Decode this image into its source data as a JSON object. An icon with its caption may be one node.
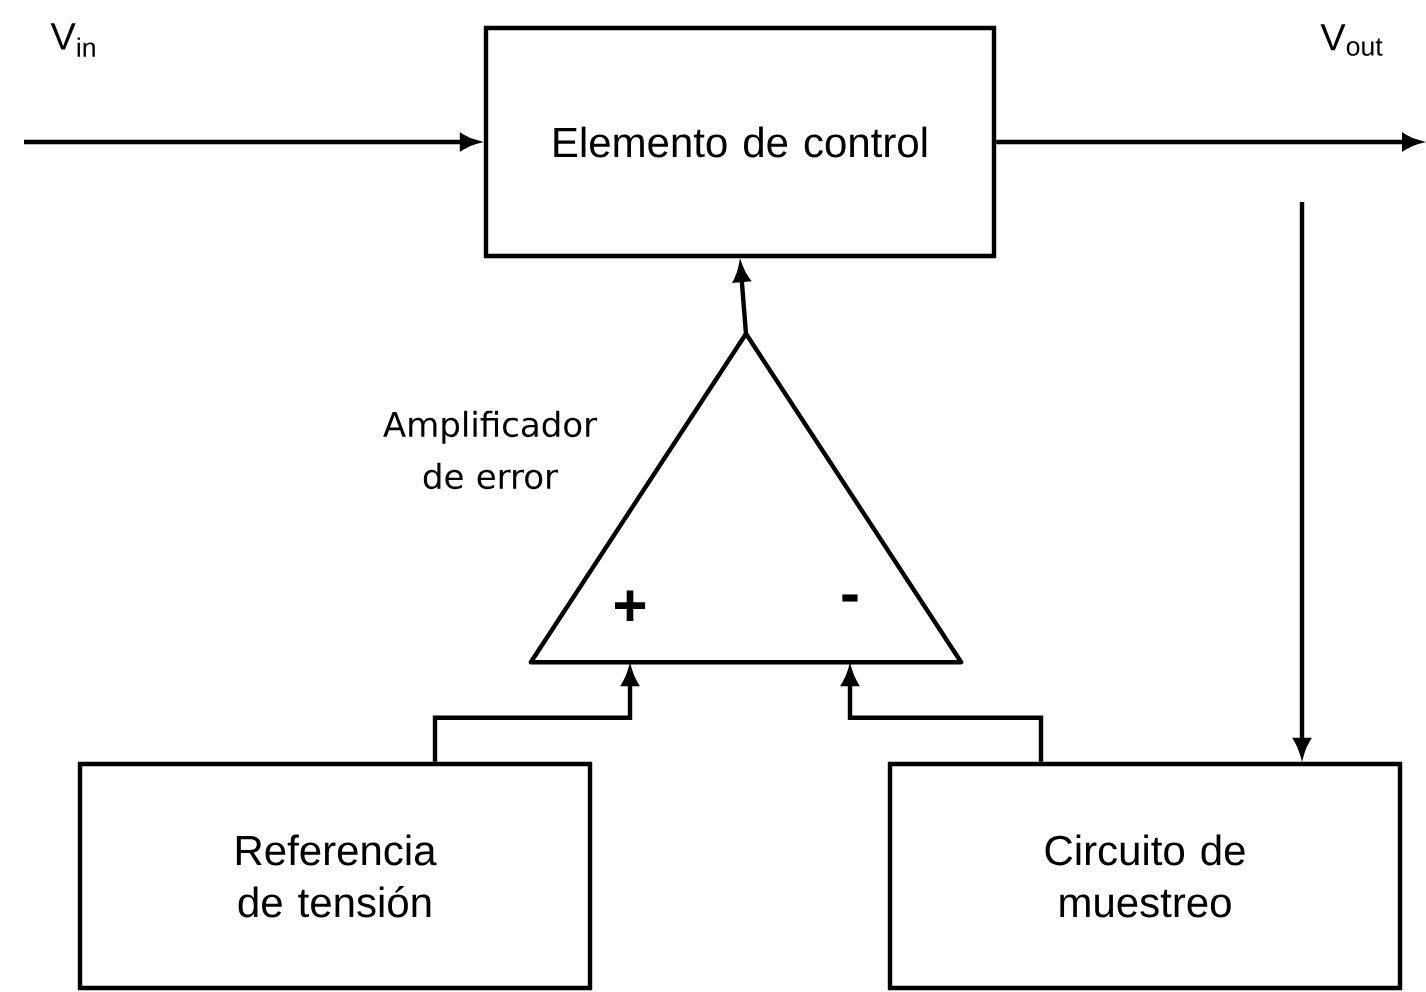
{
  "diagram": {
    "nodes": [
      {
        "text": [
          "Elemento de control"
        ]
      },
      {
        "text": [
          "Amplificador de error",
          "+",
          "-"
        ]
      },
      {
        "text": [
          "Referencia de tensión"
        ]
      },
      {
        "text": [
          "Circuito de muestreo"
        ]
      }
    ],
    "edges": [
      {
        "from": null,
        "to": 0,
        "arrow": "to",
        "label": "V$_{in}$"
      },
      {
        "from": 0,
        "to": null,
        "arrow": "to",
        "label": "V$_{out}$"
      },
      {
        "from": 1,
        "to": 0,
        "arrow": "to"
      },
      {
        "from": 2,
        "to": 1,
        "arrow": "to"
      },
      {
        "from": 3,
        "to": 1,
        "arrow": "to"
      },
      {
        "from": null,
        "to": 3,
        "arrow": "to"
      }
    ]
  }
}
